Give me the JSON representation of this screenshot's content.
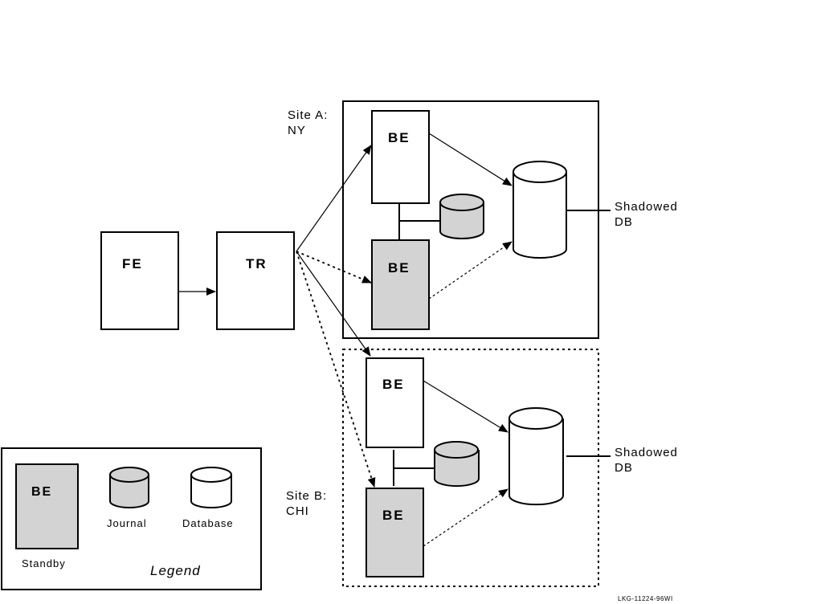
{
  "colors": {
    "standby_fill": "#d3d3d3",
    "journal_fill": "#d3d3d3",
    "database_fill": "#ffffff",
    "stroke": "#000000"
  },
  "nodes": {
    "fe": {
      "label": "FE"
    },
    "tr": {
      "label": "TR"
    },
    "site_a": {
      "label_line1": "Site A:",
      "label_line2": "NY",
      "border": "solid"
    },
    "site_b": {
      "label_line1": "Site B:",
      "label_line2": "CHI",
      "border": "dotted"
    },
    "site_a_be_primary": {
      "label": "BE",
      "role": "active"
    },
    "site_a_be_standby": {
      "label": "BE",
      "role": "standby"
    },
    "site_b_be_primary": {
      "label": "BE",
      "role": "active"
    },
    "site_b_be_standby": {
      "label": "BE",
      "role": "standby"
    },
    "site_a_db_label": {
      "line1": "Shadowed",
      "line2": "DB"
    },
    "site_b_db_label": {
      "line1": "Shadowed",
      "line2": "DB"
    }
  },
  "connections": [
    {
      "from": "FE",
      "to": "TR",
      "style": "solid"
    },
    {
      "from": "TR",
      "to": "Site A BE (active)",
      "style": "solid"
    },
    {
      "from": "TR",
      "to": "Site A BE (standby)",
      "style": "dotted"
    },
    {
      "from": "TR",
      "to": "Site B BE (active)",
      "style": "solid"
    },
    {
      "from": "TR",
      "to": "Site B BE (standby)",
      "style": "dotted"
    },
    {
      "from": "Site A BE (active)",
      "to": "Site A Database",
      "style": "solid"
    },
    {
      "from": "Site A BE (standby)",
      "to": "Site A Database",
      "style": "dotted"
    },
    {
      "from": "Site B BE (active)",
      "to": "Site B Database",
      "style": "solid"
    },
    {
      "from": "Site B BE (standby)",
      "to": "Site B Database",
      "style": "dotted"
    }
  ],
  "legend": {
    "title": "Legend",
    "standby_box_label": "BE",
    "standby_caption": "Standby",
    "journal_caption": "Journal",
    "database_caption": "Database"
  },
  "figure_id": "LKG-11224-96WI"
}
